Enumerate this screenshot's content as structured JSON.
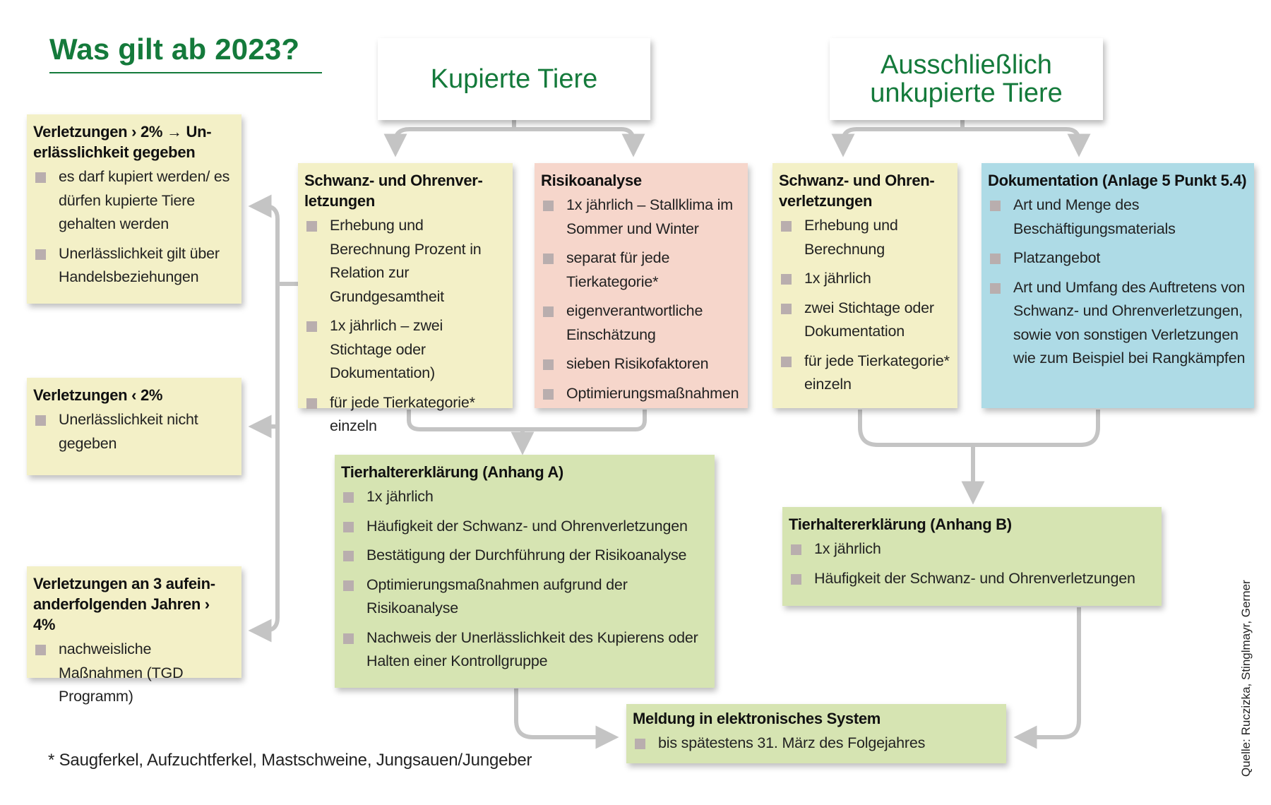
{
  "title": "Was gilt ab 2023?",
  "headers": {
    "kupiert": "Kupierte Tiere",
    "unkupiert_line1": "Ausschließlich",
    "unkupiert_line2": "unkupierte Tiere"
  },
  "left_outcomes": [
    {
      "heading_line1": "Verletzungen › 2% → Un-",
      "heading_line2": "erlässlichkeit gegeben",
      "items": [
        "es darf kupiert werden/ es dürfen kupierte Tiere gehalten werden",
        "Unerlässlichkeit gilt über Handelsbeziehungen"
      ]
    },
    {
      "heading_line1": "Verletzungen ‹ 2%",
      "items": [
        "Unerlässlichkeit nicht gegeben"
      ]
    },
    {
      "heading_line1": "Verletzungen an 3 aufein-",
      "heading_line2": "anderfolgenden Jahren › 4%",
      "items": [
        "nachweisliche Maßnahmen (TGD Programm)"
      ]
    }
  ],
  "kupiert_boxes": {
    "verletzungen": {
      "heading_line1": "Schwanz- und Ohrenver-",
      "heading_line2": "letzungen",
      "items": [
        "Erhebung und Berechnung Prozent in Relation zur Grundgesamtheit",
        "1x jährlich – zwei Stichtage oder Dokumentation)",
        "für jede Tierkategorie* einzeln"
      ]
    },
    "risikoanalyse": {
      "heading": "Risikoanalyse",
      "items": [
        "1x jährlich – Stallklima im Sommer und Winter",
        "separat für jede Tierkategorie*",
        "eigenverantwortliche Einschätzung",
        "sieben Risikofaktoren",
        "Optimierungsmaßnahmen"
      ]
    }
  },
  "unkupiert_boxes": {
    "verletzungen": {
      "heading_line1": "Schwanz- und Ohren-",
      "heading_line2": "verletzungen",
      "items": [
        "Erhebung und Berechnung",
        "1x jährlich",
        "zwei Stichtage oder Dokumentation",
        "für jede Tierkategorie* einzeln"
      ]
    },
    "dokumentation": {
      "heading": "Dokumentation (Anlage 5 Punkt 5.4)",
      "items": [
        "Art und Menge des Beschäftigungsmaterials",
        "Platzangebot",
        "Art und Umfang des Auftretens von Schwanz- und Ohrenverletzungen, sowie von sonstigen Verletzungen wie zum Beispiel bei Rangkämpfen"
      ]
    }
  },
  "anhang_a": {
    "heading": "Tierhaltererklärung (Anhang A)",
    "items": [
      "1x jährlich",
      "Häufigkeit der Schwanz- und Ohrenverletzungen",
      "Bestätigung der Durchführung der Risikoanalyse",
      "Optimierungsmaßnahmen aufgrund der Risikoanalyse",
      "Nachweis der Unerlässlichkeit des Kupierens oder Halten einer Kontrollgruppe"
    ]
  },
  "anhang_b": {
    "heading": "Tierhaltererklärung (Anhang B)",
    "items": [
      "1x jährlich",
      "Häufigkeit der Schwanz- und Ohrenverletzungen"
    ]
  },
  "meldung": {
    "heading": "Meldung in elektronisches System",
    "items": [
      "bis spätestens 31. März des Folgejahres"
    ]
  },
  "footnote": "* Saugferkel, Aufzuchtferkel, Mastschweine, Jungsauen/Jungeber",
  "source": "Quelle: Ruczizka, Stinglmayr, Gerner",
  "colors": {
    "title_green": "#147a3b",
    "cream": "#f3f0c7",
    "salmon": "#f6d6cb",
    "blue": "#aedbe6",
    "green": "#d6e4b2",
    "connector": "#c4c4c4",
    "bullet": "#b9aeae"
  }
}
